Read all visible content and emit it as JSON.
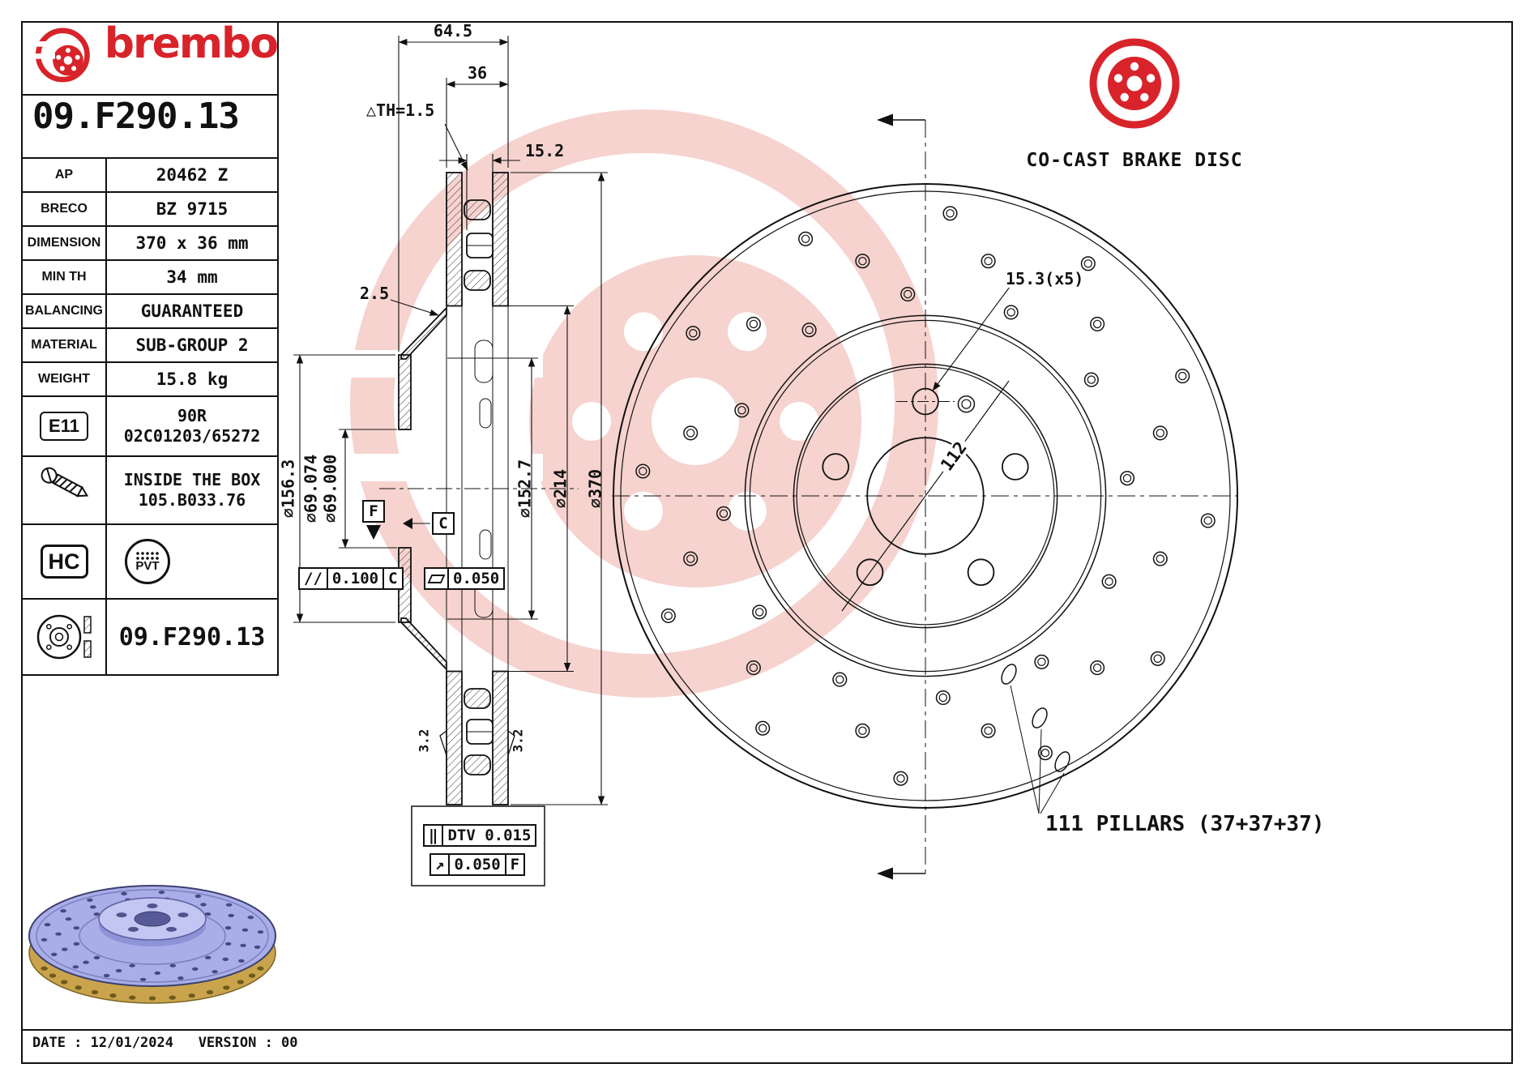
{
  "brand": {
    "wordmark": "brembo"
  },
  "part_number": "09.F290.13",
  "spec_rows": [
    {
      "label": "AP",
      "value": "20462 Z"
    },
    {
      "label": "BRECO",
      "value": "BZ 9715"
    },
    {
      "label": "DIMENSION",
      "value": "370 x 36 mm"
    },
    {
      "label": "MIN TH",
      "value": "34 mm"
    },
    {
      "label": "BALANCING",
      "value": "GUARANTEED"
    },
    {
      "label": "MATERIAL",
      "value": "SUB-GROUP 2"
    },
    {
      "label": "WEIGHT",
      "value": "15.8 kg"
    }
  ],
  "approval": {
    "badge": "E11",
    "line1": "90R",
    "line2": "02C01203/65272"
  },
  "inside_box": {
    "line1": "INSIDE THE BOX",
    "line2": "105.B033.76"
  },
  "marks": {
    "hc": "HC",
    "pvt": "PVT"
  },
  "disc_row_part": "09.F290.13",
  "footer_text": "DATE : 12/01/2024   VERSION : 00",
  "front_view": {
    "title": "CO-CAST BRAKE DISC",
    "hole_dim": "15.3(x5)",
    "pcd": "112",
    "pillars_note": "111 PILLARS (37+37+37)"
  },
  "section_dims": {
    "total_width": "64.5",
    "thickness": "36",
    "wear": "△TH=1.5",
    "hat_depth": "15.2",
    "wall": "2.5",
    "d_hat_outer": "⌀156.3",
    "d_bore_max": "⌀69.074",
    "d_bore_min": "⌀69.000",
    "d_hat_inner": "⌀152.7",
    "d_inner": "⌀214",
    "d_outer": "⌀370",
    "roughness": "3.2",
    "datum_f": "F",
    "datum_c": "C",
    "tol_parallel_sym": "//",
    "tol_parallel_val": "0.100",
    "tol_parallel_ref": "C",
    "tol_flat_val": "0.050",
    "tol_dtv_sym": "‖",
    "tol_dtv_val": "DTV 0.015",
    "tol_runout_sym": "↗",
    "tol_runout_val": "0.050",
    "tol_runout_ref": "F"
  }
}
